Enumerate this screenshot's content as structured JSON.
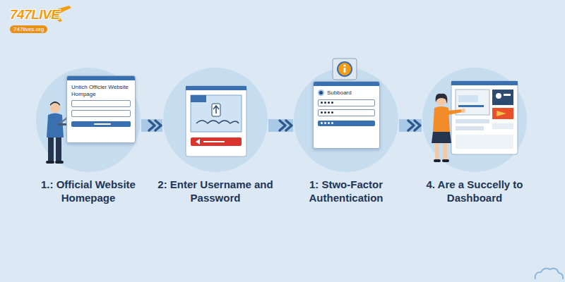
{
  "diagram": {
    "nodes": [
      {
        "text": [
          "1.: Official Website Homepage"
        ]
      },
      {
        "text": [
          "Untich Officler Website Hompage"
        ],
        "in": 0
      },
      {
        "text": [
          "2: Enter Username and Password"
        ]
      },
      {
        "text": [
          "1: Stwo-Factor Authentication"
        ]
      },
      {
        "text": [
          "Subboard"
        ],
        "in": 3
      },
      {
        "text": [
          "4. Are a Succelly to Dashboard"
        ]
      }
    ],
    "edges": [
      {
        "from": 0,
        "to": 2,
        "arrow": "to"
      },
      {
        "from": 2,
        "to": 3,
        "arrow": "to"
      },
      {
        "from": 3,
        "to": 5,
        "arrow": "to"
      }
    ],
    "labels": [
      "747LIVE",
      "747lives.org"
    ]
  }
}
